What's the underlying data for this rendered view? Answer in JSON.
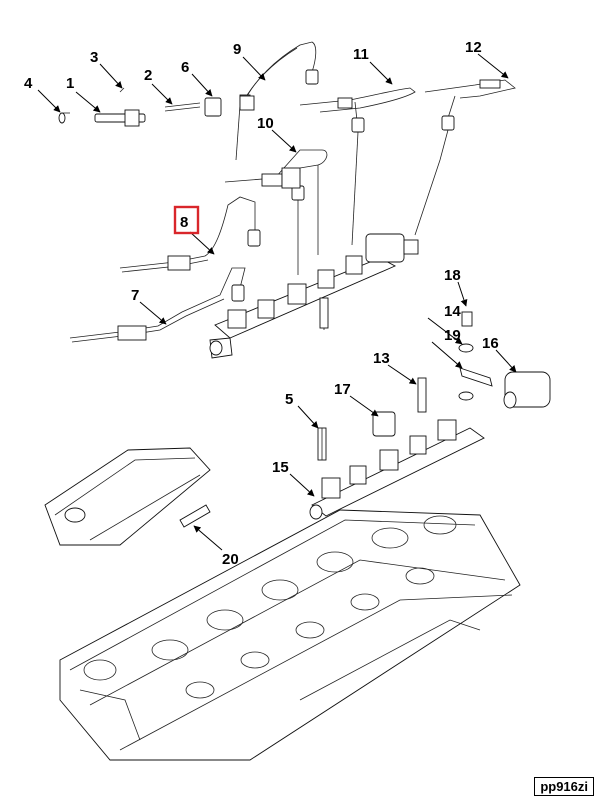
{
  "diagram": {
    "highlighted_callout": "8",
    "highlight_color": "#d9262b",
    "reference_code": "pp916zi",
    "callouts": [
      "1",
      "2",
      "3",
      "4",
      "5",
      "6",
      "7",
      "8",
      "9",
      "10",
      "11",
      "12",
      "13",
      "14",
      "15",
      "16",
      "17",
      "18",
      "19",
      "20"
    ]
  }
}
